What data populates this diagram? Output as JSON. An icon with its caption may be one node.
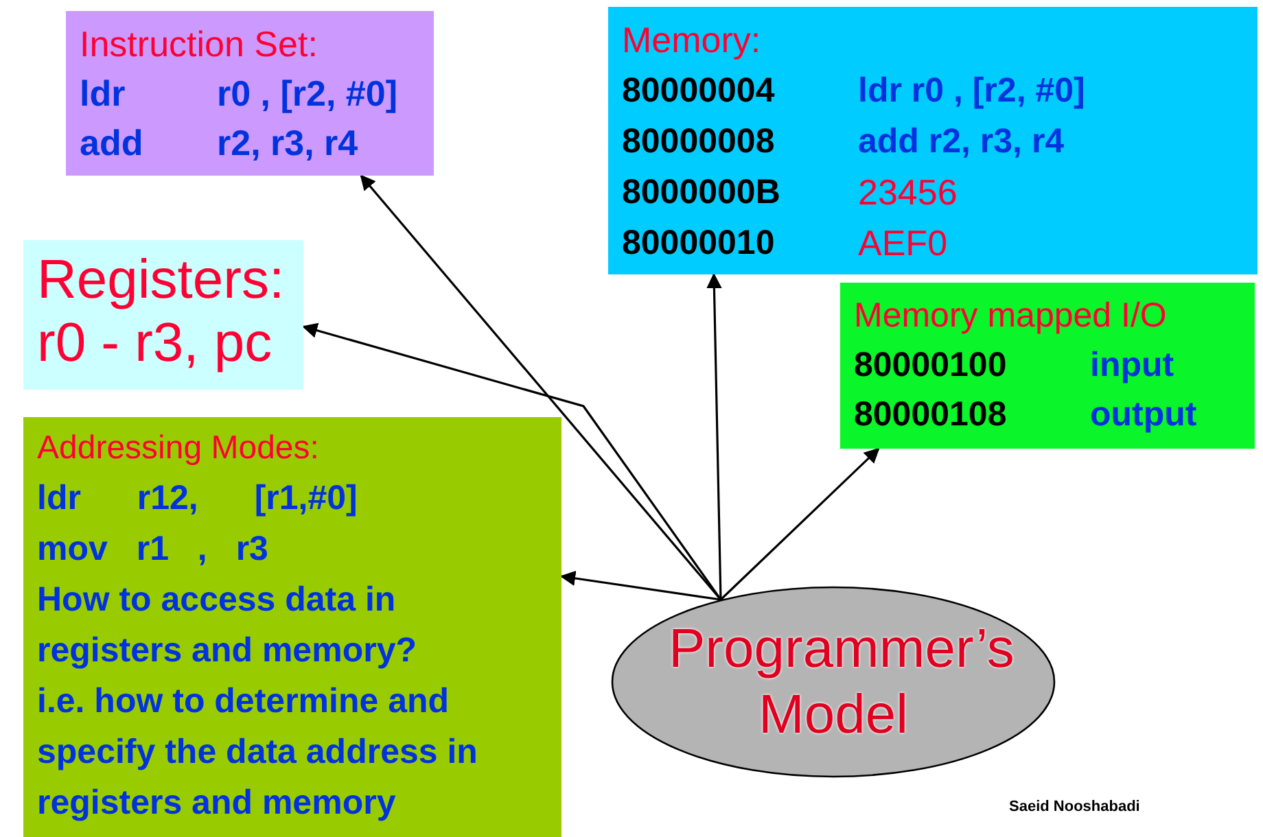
{
  "diagram": {
    "nodes": [
      {
        "text": [
          "Instruction Set:",
          "ldr",
          "r0 , [r2, #0]",
          "add",
          "r2, r3, r4"
        ]
      },
      {
        "text": [
          "Memory:",
          "80000004",
          "ldr r0 , [r2, #0]",
          "80000008",
          "add r2, r3, r4",
          "8000000B",
          "23456",
          "80000010",
          "AEF0"
        ]
      },
      {
        "text": [
          "Registers:",
          "r0 - r3, pc"
        ]
      },
      {
        "text": [
          "Memory mapped I/O",
          "80000100",
          "input",
          "80000108",
          "output"
        ]
      },
      {
        "text": [
          "Addressing Modes:",
          "ldr r12, [r1,#0]",
          "mov r1 , r3",
          "How to access data in registers and memory?",
          "i.e. how to determine and specify the data address in registers and memory"
        ]
      },
      {
        "text": [
          "Programmer’s Model"
        ]
      }
    ],
    "edges": [
      {
        "from": 5,
        "to": 0,
        "arrow": "to"
      },
      {
        "from": 5,
        "to": 2,
        "arrow": "to"
      },
      {
        "from": 5,
        "to": 4,
        "arrow": "to"
      },
      {
        "from": 5,
        "to": 1,
        "arrow": "to"
      },
      {
        "from": 5,
        "to": 3,
        "arrow": "to"
      }
    ],
    "labels": [
      "Saeid Nooshabadi"
    ]
  }
}
